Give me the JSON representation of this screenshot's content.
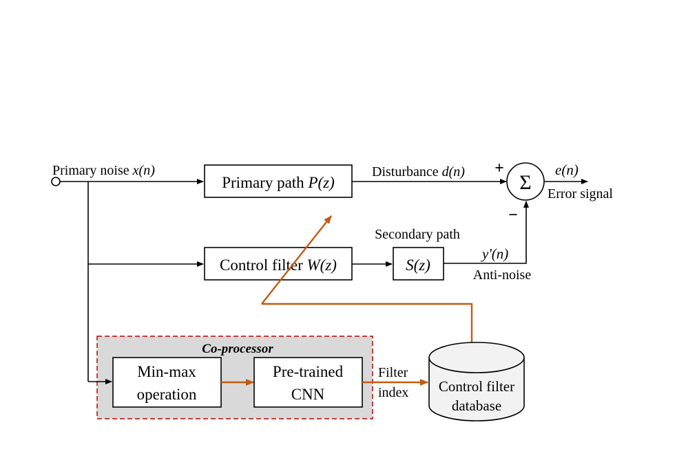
{
  "colors": {
    "line": "#000000",
    "orange": "#c55a11",
    "coprocessor_fill": "#d9d9d9",
    "coprocessor_border": "#c00000",
    "database_fill": "#f2f2f2"
  },
  "input": {
    "label": "Primary noise",
    "symbol": "x(n)"
  },
  "blocks": {
    "primary_path": {
      "label": "Primary path",
      "symbol": "P(z)"
    },
    "control_filter": {
      "label": "Control filter",
      "symbol": "W(z)"
    },
    "secondary_path": {
      "caption": "Secondary path",
      "symbol": "S(z)"
    },
    "minmax": {
      "line1": "Min-max",
      "line2": "operation"
    },
    "cnn": {
      "line1": "Pre-trained",
      "line2": "CNN"
    },
    "database": {
      "line1": "Control filter",
      "line2": "database"
    }
  },
  "summer": {
    "symbol": "Σ",
    "plus": "+",
    "minus": "−"
  },
  "signals": {
    "disturbance": {
      "label": "Disturbance",
      "symbol": "d(n)"
    },
    "error": {
      "symbol": "e(n)",
      "label": "Error signal"
    },
    "antinoise": {
      "symbol": "y'(n)",
      "label": "Anti-noise"
    },
    "filter_index": {
      "line1": "Filter",
      "line2": "index"
    }
  },
  "coprocessor": {
    "title": "Co-processor"
  }
}
